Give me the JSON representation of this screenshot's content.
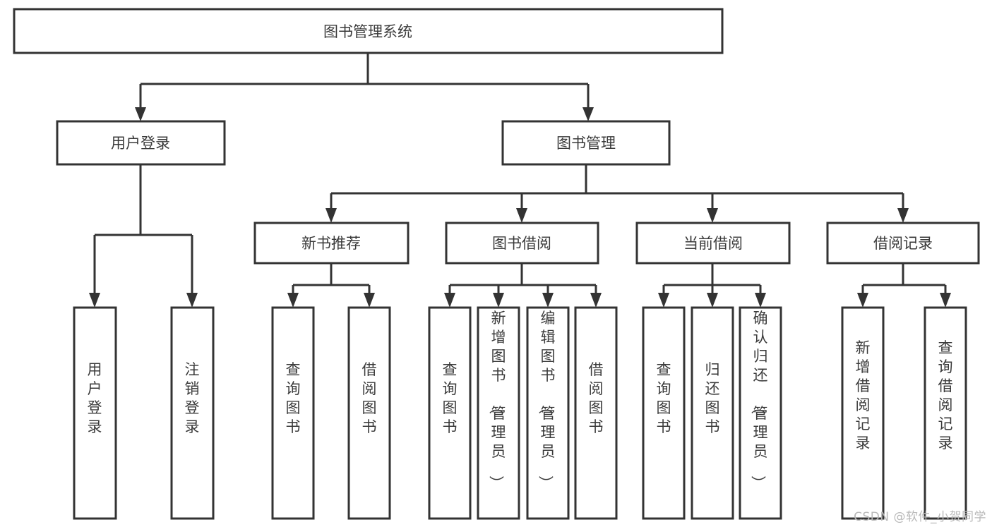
{
  "diagram": {
    "type": "tree-hierarchy-flowchart",
    "title": "图书管理系统",
    "colors": {
      "stroke": "#333333",
      "box_fill": "#ffffff",
      "label_text": "#3a3a3a",
      "background": "#ffffff",
      "watermark_text": "#b9b9b9"
    },
    "levels": [
      {
        "level": 1,
        "nodes": [
          {
            "id": "root",
            "label": "图书管理系统",
            "orientation": "horizontal"
          }
        ]
      },
      {
        "level": 2,
        "nodes": [
          {
            "id": "login",
            "label": "用户登录",
            "orientation": "horizontal",
            "parent": "root"
          },
          {
            "id": "bookmgmt",
            "label": "图书管理",
            "orientation": "horizontal",
            "parent": "root"
          }
        ]
      },
      {
        "level": 3,
        "nodes": [
          {
            "id": "newbook",
            "label": "新书推荐",
            "orientation": "horizontal",
            "parent": "bookmgmt"
          },
          {
            "id": "borrow",
            "label": "图书借阅",
            "orientation": "horizontal",
            "parent": "bookmgmt"
          },
          {
            "id": "current",
            "label": "当前借阅",
            "orientation": "horizontal",
            "parent": "bookmgmt"
          },
          {
            "id": "records",
            "label": "借阅记录",
            "orientation": "horizontal",
            "parent": "bookmgmt"
          }
        ]
      },
      {
        "level": 4,
        "nodes": [
          {
            "id": "leaf-user-login",
            "label": "用户登录",
            "orientation": "vertical",
            "parent": "login"
          },
          {
            "id": "leaf-logout",
            "label": "注销登录",
            "orientation": "vertical",
            "parent": "login"
          },
          {
            "id": "leaf-query-book-1",
            "label": "查询图书",
            "orientation": "vertical",
            "parent": "newbook"
          },
          {
            "id": "leaf-borrow-book-1",
            "label": "借阅图书",
            "orientation": "vertical",
            "parent": "newbook"
          },
          {
            "id": "leaf-query-book-2",
            "label": "查询图书",
            "orientation": "vertical",
            "parent": "borrow"
          },
          {
            "id": "leaf-add-book",
            "label": "新增图书（管理员）",
            "orientation": "vertical",
            "parent": "borrow"
          },
          {
            "id": "leaf-edit-book",
            "label": "编辑图书（管理员）",
            "orientation": "vertical",
            "parent": "borrow"
          },
          {
            "id": "leaf-borrow-book-2",
            "label": "借阅图书",
            "orientation": "vertical",
            "parent": "borrow"
          },
          {
            "id": "leaf-query-book-3",
            "label": "查询图书",
            "orientation": "vertical",
            "parent": "current"
          },
          {
            "id": "leaf-return-book",
            "label": "归还图书",
            "orientation": "vertical",
            "parent": "current"
          },
          {
            "id": "leaf-confirm-return",
            "label": "确认归还（管理员）",
            "orientation": "vertical",
            "parent": "current"
          },
          {
            "id": "leaf-add-record",
            "label": "新增借阅记录",
            "orientation": "vertical",
            "parent": "records"
          },
          {
            "id": "leaf-query-record",
            "label": "查询借阅记录",
            "orientation": "vertical",
            "parent": "records"
          }
        ]
      }
    ],
    "labels": {
      "root": "图书管理系统",
      "login": "用户登录",
      "bookmgmt": "图书管理",
      "newbook": "新书推荐",
      "borrow": "图书借阅",
      "current": "当前借阅",
      "records": "借阅记录",
      "leaf_user_login": "用户登录",
      "leaf_logout": "注销登录",
      "leaf_query_book_1": "查询图书",
      "leaf_borrow_book_1": "借阅图书",
      "leaf_query_book_2": "查询图书",
      "leaf_add_book": "新增图书（管理员）",
      "leaf_edit_book": "编辑图书（管理员）",
      "leaf_borrow_book_2": "借阅图书",
      "leaf_query_book_3": "查询图书",
      "leaf_return_book": "归还图书",
      "leaf_confirm_return": "确认归还（管理员）",
      "leaf_add_record": "新增借阅记录",
      "leaf_query_record": "查询借阅记录"
    }
  },
  "watermark": {
    "text": "CSDN @软件_小贺同学"
  }
}
